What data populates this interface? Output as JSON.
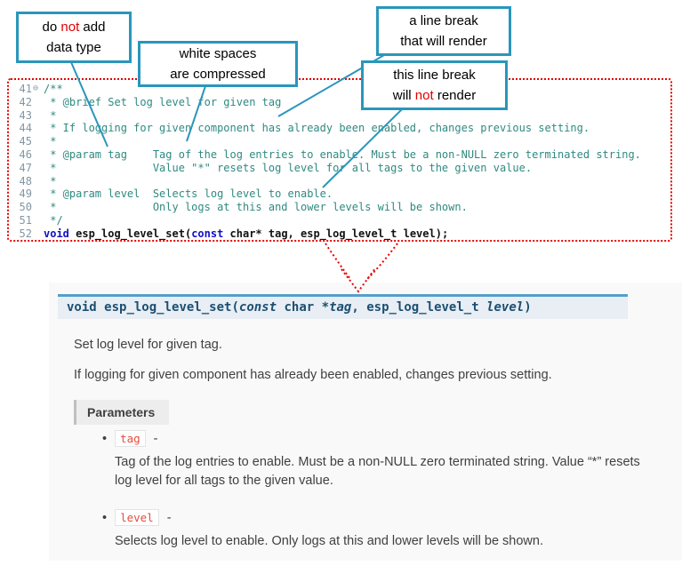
{
  "callouts": {
    "box1": {
      "l1a": "do ",
      "l1b": "not",
      "l1c": " add",
      "l2": "data type"
    },
    "box2": {
      "l1": "white spaces",
      "l2": "are  compressed"
    },
    "box3": {
      "l1": "a line break",
      "l2": "that will render"
    },
    "box4": {
      "l1": "this line break",
      "l2a": "will ",
      "l2b": "not",
      "l2c": " render"
    }
  },
  "code": {
    "lines": [
      {
        "num": "41",
        "fold": "⊖",
        "text": "/**"
      },
      {
        "num": "42",
        "fold": "",
        "text": " * @brief Set log level for given tag"
      },
      {
        "num": "43",
        "fold": "",
        "text": " *"
      },
      {
        "num": "44",
        "fold": "",
        "text": " * If logging for given component has already been enabled, changes previous setting."
      },
      {
        "num": "45",
        "fold": "",
        "text": " *"
      },
      {
        "num": "46",
        "fold": "",
        "text": " * @param tag    Tag of the log entries to enable. Must be a non-NULL zero terminated string."
      },
      {
        "num": "47",
        "fold": "",
        "text": " *               Value \"*\" resets log level for all tags to the given value."
      },
      {
        "num": "48",
        "fold": "",
        "text": " *"
      },
      {
        "num": "49",
        "fold": "",
        "text": " * @param level  Selects log level to enable."
      },
      {
        "num": "50",
        "fold": "",
        "text": " *               Only logs at this and lower levels will be shown."
      },
      {
        "num": "51",
        "fold": "",
        "text": " */"
      }
    ],
    "decl": {
      "num": "52",
      "kw1": "void ",
      "name": "esp_log_level_set",
      "open": "(",
      "kw2": "const",
      "rest": " char* tag, esp_log_level_t level);"
    }
  },
  "docs": {
    "signature": {
      "ret": "void ",
      "name": "esp_log_level_set",
      "open": "(",
      "kw": "const",
      "type1": " char *",
      "arg1": "tag",
      "sep": ", ",
      "type2": "esp_log_level_t ",
      "arg2": "level",
      "close": ")"
    },
    "p1": "Set log level for given tag.",
    "p2": "If logging for given component has already been enabled, changes previous setting.",
    "params_title": "Parameters",
    "bullet": "•",
    "items": [
      {
        "code": "tag",
        "dash": " -",
        "text": "Tag of the log entries to enable. Must be a non-NULL zero terminated string. Value “*” resets log level for all tags to the given value."
      },
      {
        "code": "level",
        "dash": " -",
        "text": "Selects log level to enable. Only logs at this and lower levels will be shown."
      }
    ]
  }
}
